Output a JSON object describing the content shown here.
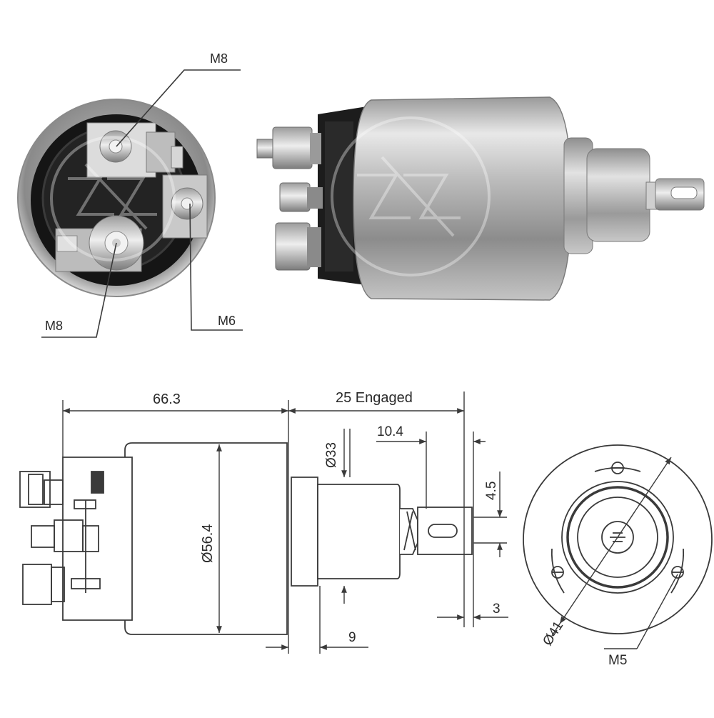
{
  "photo_callouts": {
    "top_terminal": "M8",
    "bottom_left_terminal": "M8",
    "small_terminal": "M6"
  },
  "dimensions": {
    "body_length": "66.3",
    "plunger_travel": "25 Engaged",
    "tab_offset": "10.4",
    "nose_diameter": "Ø33",
    "tab_width": "4.5",
    "body_diameter": "Ø56.4",
    "tab_thickness": "3",
    "flange_width": "9",
    "bolt_circle": "Ø41",
    "mount_screw": "M5"
  },
  "icons": [
    "logo-watermark-icon"
  ],
  "colors": {
    "line": "#3a3a3a",
    "metal_light": "#e4e4e4",
    "metal_dark": "#6e6e6e",
    "cap_black": "#1c1c1c"
  }
}
